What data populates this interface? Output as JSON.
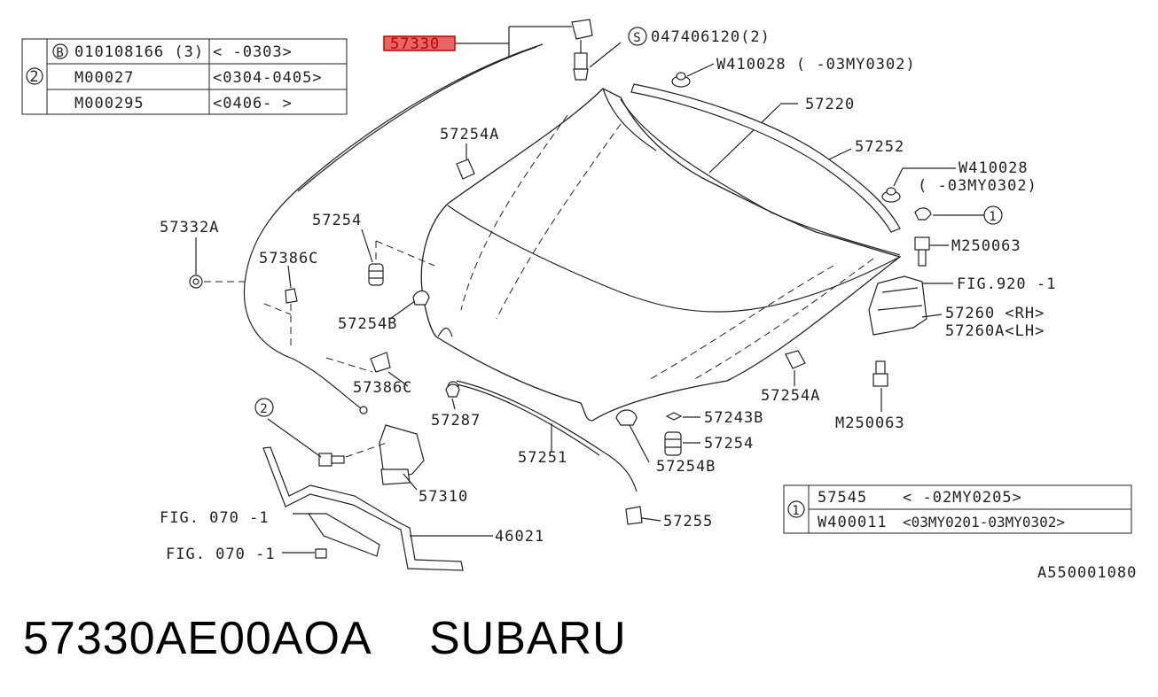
{
  "callouts": {
    "c57330": "57330",
    "c047406120": "047406120(2)",
    "cW410028_top": "W410028 (      -03MY0302)",
    "c57220": "57220",
    "c57252": "57252",
    "c57254A_top": "57254A",
    "cW410028_right_1": "W410028",
    "cW410028_right_2": "(       -03MY0302)",
    "c57332A": "57332A",
    "c57254_left": "57254",
    "c57386C_top": "57386C",
    "cM250063_top": "M250063",
    "cFIG920": "FIG.920 -1",
    "c57260": "57260 <RH>",
    "c57260A": "57260A<LH>",
    "c57254B_left": "57254B",
    "c57386C_bottom": "57386C",
    "c57254A_right": "57254A",
    "cM250063_bottom": "M250063",
    "c57287": "57287",
    "c57243B": "57243B",
    "c57254_right": "57254",
    "c57251": "57251",
    "c57254B_right": "57254B",
    "c57310": "57310",
    "c57255": "57255",
    "cFIG070_a": "FIG. 070 -1",
    "cFIG070_b": "FIG. 070 -1",
    "c46021": "46021",
    "s_symbol": "S",
    "b_symbol": "B",
    "num1": "1",
    "num2": "2"
  },
  "table_top": {
    "index": "2",
    "rows": [
      {
        "part": "010108166 (3)",
        "range": "<      -0303>"
      },
      {
        "part": "M00027",
        "range": "<0304-0405>"
      },
      {
        "part": "M000295",
        "range": "<0406-      >"
      }
    ]
  },
  "table_bottom": {
    "index": "1",
    "rows": [
      {
        "part": "57545",
        "range": "<        -02MY0205>"
      },
      {
        "part": "W400011",
        "range": "<03MY0201-03MY0302>"
      }
    ]
  },
  "figure_code": "A550001080",
  "footer": {
    "part_number": "57330AE00AOA",
    "brand": "SUBARU"
  },
  "colors": {
    "highlight": "#e34a4a",
    "line": "#222222"
  }
}
